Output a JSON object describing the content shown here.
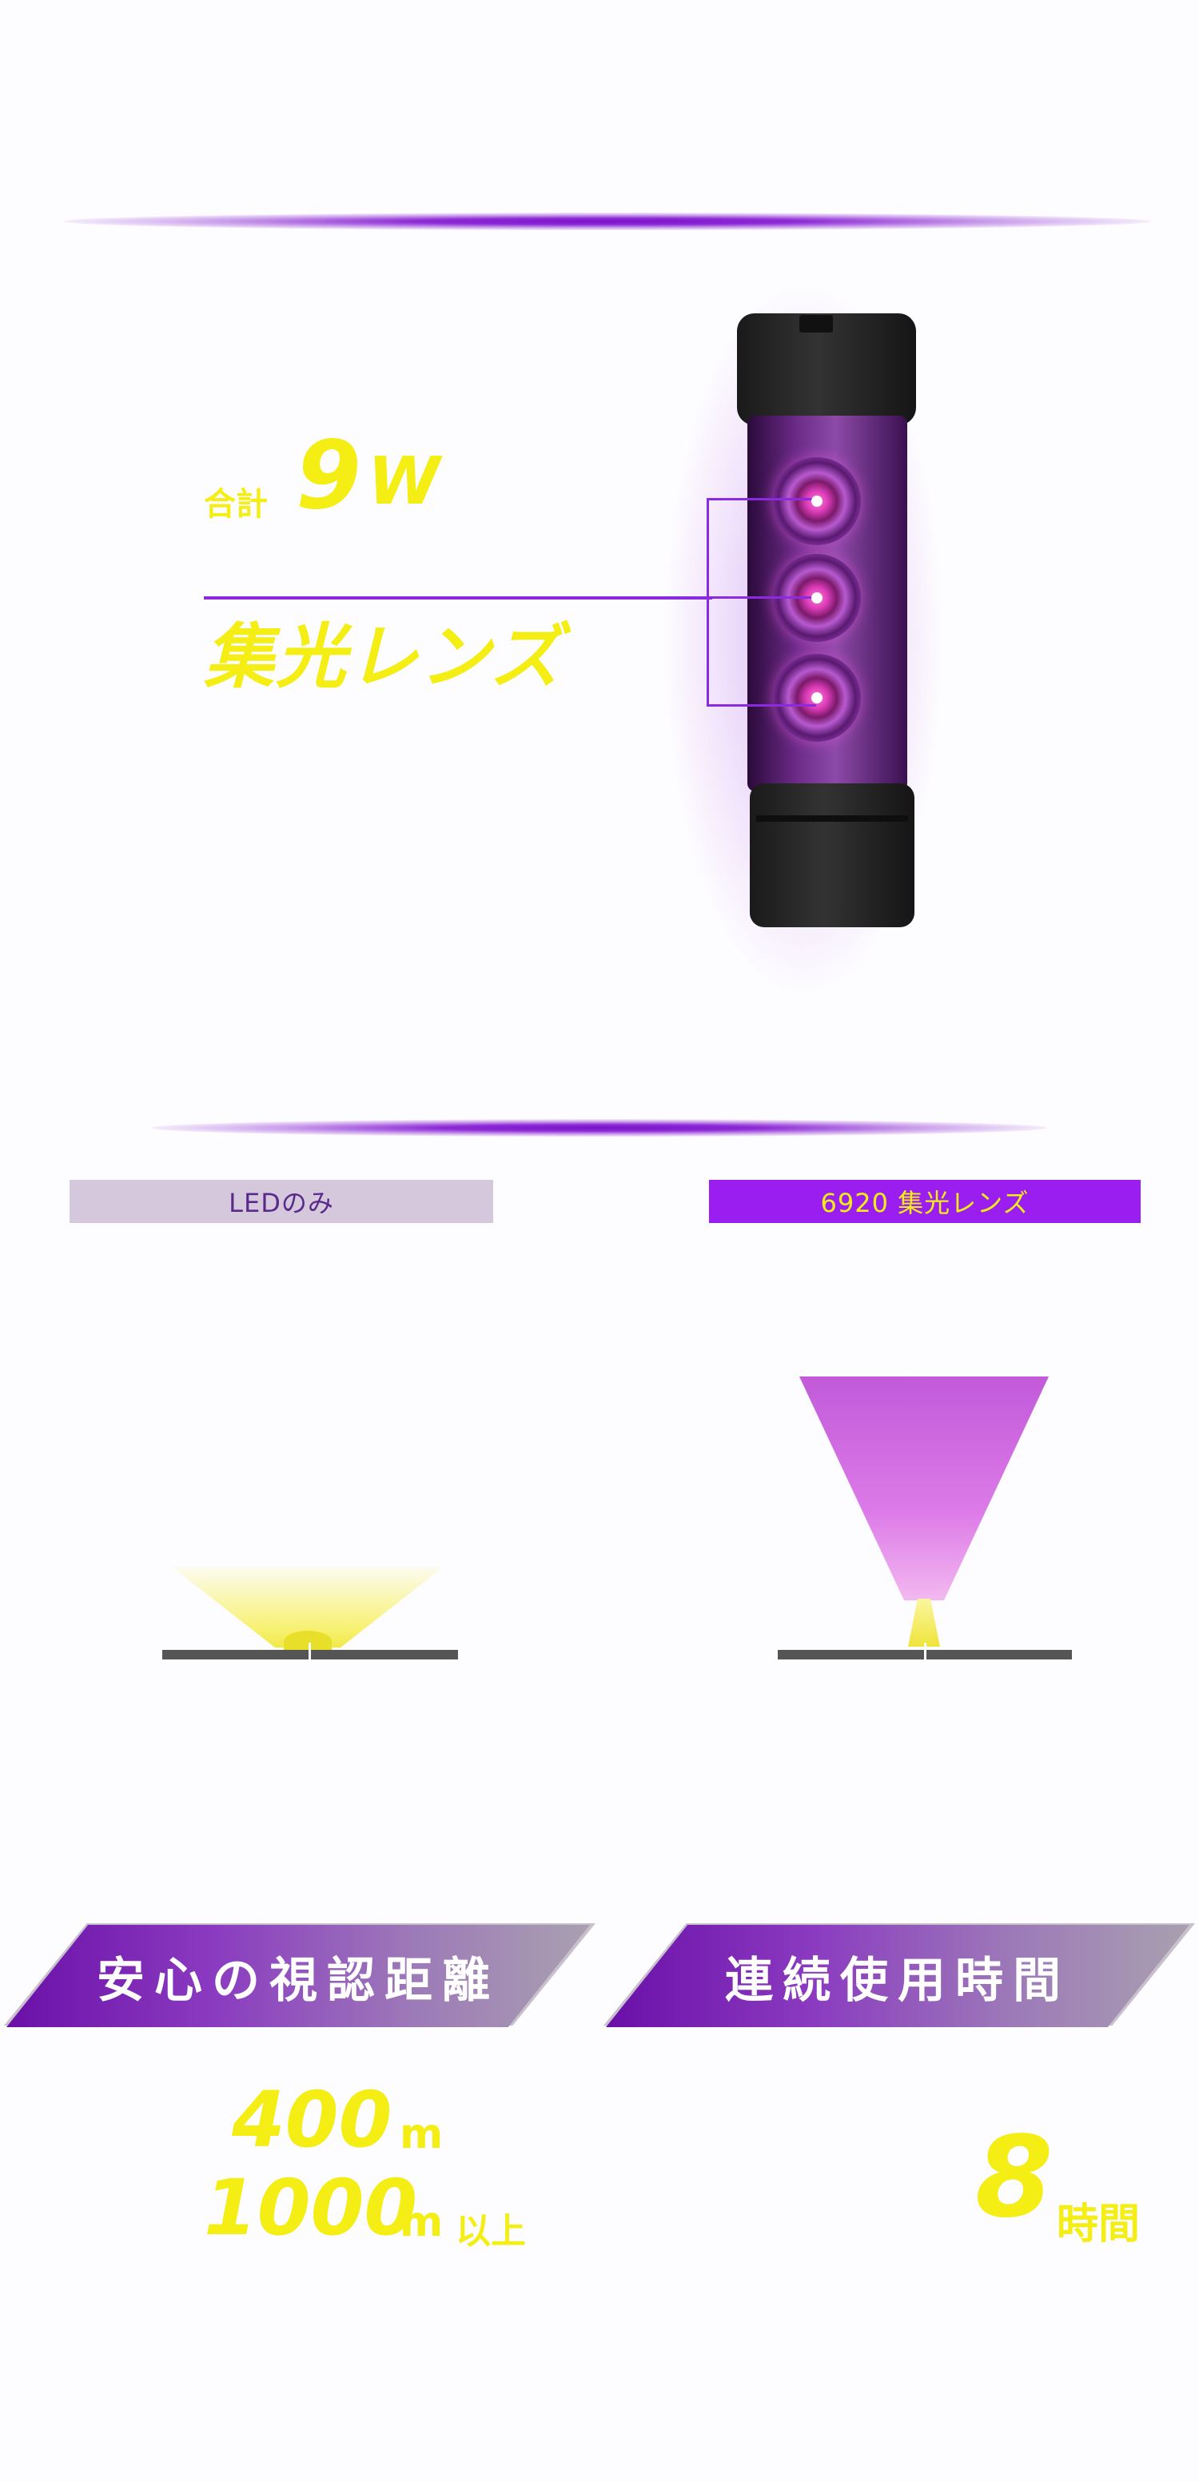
{
  "hero": {
    "total_prefix": "合計",
    "total_value": "9",
    "total_unit": "W",
    "feature_title": "集光レンズ"
  },
  "compare": {
    "left_tag": "LEDのみ",
    "right_tag": "6920 集光レンズ"
  },
  "specs": [
    {
      "heading": "安心の視認距離",
      "values": [
        {
          "number": "400",
          "unit": "m"
        },
        {
          "number": "1000",
          "unit": "m",
          "suffix": "以上"
        }
      ]
    },
    {
      "heading": "連続使用時間",
      "values": [
        {
          "number": "8",
          "unit": "時間"
        }
      ]
    }
  ],
  "colors": {
    "accent_purple": "#8a2be2",
    "highlight_yellow": "#f4ee14",
    "tag_left_bg": "#d6c8dc",
    "tag_right_bg": "#9b1ef0"
  }
}
